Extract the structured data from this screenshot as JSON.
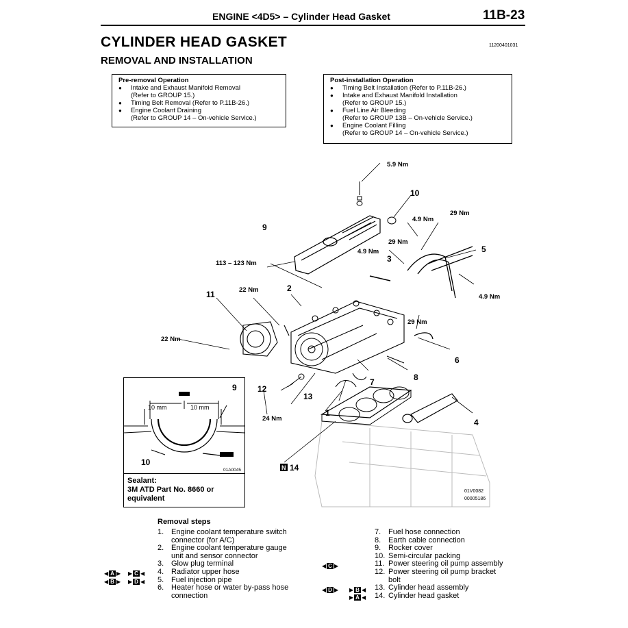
{
  "header": {
    "title": "ENGINE <4D5> – Cylinder Head Gasket",
    "page": "11B-23"
  },
  "main_title": "CYLINDER HEAD GASKET",
  "doc_code": "11200401031",
  "sub_title": "REMOVAL AND INSTALLATION",
  "pre_removal": {
    "heading": "Pre-removal Operation",
    "items": [
      [
        "Intake and Exhaust Manifold Removal",
        "(Refer to GROUP 15.)"
      ],
      [
        "Timing Belt Removal (Refer to P.11B-26.)"
      ],
      [
        "Engine Coolant Draining",
        "(Refer to GROUP 14 – On-vehicle Service.)"
      ]
    ]
  },
  "post_installation": {
    "heading": "Post-installation Operation",
    "items": [
      [
        "Timing Belt Installation (Refer to P.11B-26.)"
      ],
      [
        "Intake and Exhaust Manifold Installation",
        "(Refer to GROUP 15.)"
      ],
      [
        "Fuel Line Air Bleeding",
        "(Refer to GROUP 13B – On-vehicle Service.)"
      ],
      [
        "Engine Coolant Filling",
        "(Refer to GROUP 14 – On-vehicle Service.)"
      ]
    ]
  },
  "diagram": {
    "torques": {
      "t1": "5.9 Nm",
      "t2": "4.9 Nm",
      "t3": "29 Nm",
      "t4": "29 Nm",
      "t5": "4.9 Nm",
      "t6": "4.9 Nm",
      "t7": "113 – 123 Nm",
      "t8": "22 Nm",
      "t9": "22 Nm",
      "t10": "29 Nm",
      "t11": "24 Nm"
    },
    "callouts": {
      "c1": "1",
      "c2": "2",
      "c3": "3",
      "c4": "4",
      "c5": "5",
      "c6": "6",
      "c7": "7",
      "c8": "8",
      "c9": "9",
      "c10": "10",
      "c11": "11",
      "c12": "12",
      "c13": "13",
      "c14": "14"
    },
    "new_mark": "N",
    "fig_code_1": "01V0082",
    "fig_code_2": "00005186"
  },
  "inset": {
    "callout_9": "9",
    "callout_10": "10",
    "dim_left": "10 mm",
    "dim_right": "10 mm",
    "fig_code": "01A0045",
    "sealant_label": "Sealant:",
    "sealant_text": "3M ATD Part No. 8660 or",
    "sealant_text2": "equivalent"
  },
  "removal_steps": {
    "title": "Removal steps",
    "left": [
      {
        "n": "1.",
        "t": "Engine coolant temperature switch",
        "t2": "connector (for A/C)"
      },
      {
        "n": "2.",
        "t": "Engine coolant temperature gauge",
        "t2": "unit and sensor connector"
      },
      {
        "n": "3.",
        "t": "Glow plug terminal"
      },
      {
        "n": "4.",
        "t": "Radiator upper hose"
      },
      {
        "n": "5.",
        "t": "Fuel injection pipe"
      },
      {
        "n": "6.",
        "t": "Heater hose or water by-pass hose",
        "t2": "connection"
      }
    ],
    "right": [
      {
        "n": "7.",
        "t": "Fuel hose connection"
      },
      {
        "n": "8.",
        "t": "Earth cable connection"
      },
      {
        "n": "9.",
        "t": "Rocker cover"
      },
      {
        "n": "10.",
        "t": "Semi-circular packing"
      },
      {
        "n": "11.",
        "t": "Power steering oil pump assembly"
      },
      {
        "n": "12.",
        "t": "Power steering oil pump bracket",
        "t2": "bolt"
      },
      {
        "n": "13.",
        "t": "Cylinder head assembly"
      },
      {
        "n": "14.",
        "t": "Cylinder head gasket"
      }
    ],
    "marks": {
      "m4a": "A",
      "m4b": "C",
      "m5a": "B",
      "m5b": "D",
      "m11": "C",
      "m13a": "D",
      "m13b": "B",
      "m14": "A"
    }
  }
}
